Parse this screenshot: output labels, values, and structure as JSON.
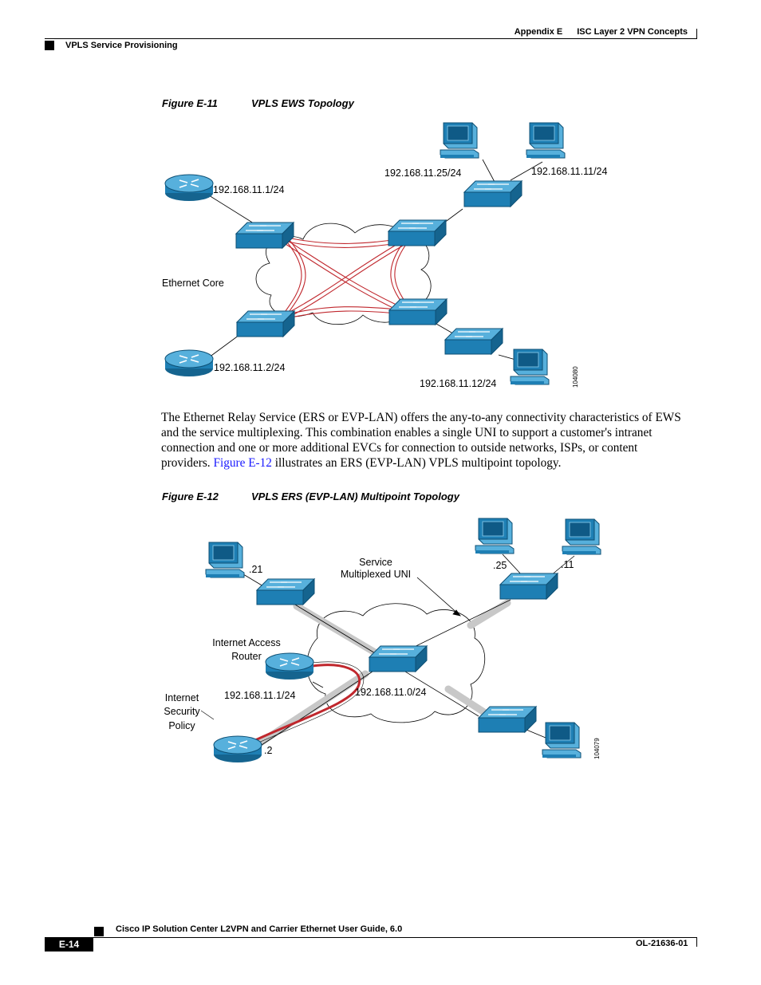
{
  "header": {
    "appendix": "Appendix E",
    "chapter": "ISC Layer 2 VPN Concepts",
    "section": "VPLS Service Provisioning"
  },
  "figure1": {
    "number": "Figure E-11",
    "title": "VPLS EWS Topology",
    "labels": {
      "router_top": "192.168.11.1/24",
      "router_bottom": "192.168.11.2/24",
      "core": "Ethernet Core",
      "pc_25": "192.168.11.25/24",
      "pc_11": "192.168.11.11/24",
      "pc_12": "192.168.11.12/24",
      "art_id": "104080"
    }
  },
  "paragraph": {
    "text_before": "The Ethernet Relay Service (ERS or EVP-LAN) offers the any-to-any connectivity characteristics of EWS and the service multiplexing. This combination enables a single UNI to support a customer's intranet connection and one or more additional EVCs for connection to outside networks, ISPs, or content providers. ",
    "link": "Figure E-12",
    "text_after": " illustrates an ERS (EVP-LAN) VPLS multipoint topology."
  },
  "figure2": {
    "number": "Figure E-12",
    "title": "VPLS ERS (EVP-LAN) Multipoint Topology",
    "labels": {
      "pc_21": ".21",
      "service_line1": "Service",
      "service_line2": "Multiplexed UNI",
      "pc_25": ".25",
      "pc_11": ".11",
      "access_line1": "Internet Access",
      "access_line2": "Router",
      "access_ip": "192.168.11.1/24",
      "center_ip": "192.168.11.0/24",
      "policy_line1": "Internet",
      "policy_line2": "Security",
      "policy_line3": "Policy",
      "router_2": ".2",
      "art_id": "104079"
    }
  },
  "footer": {
    "guide_title": "Cisco IP Solution Center L2VPN and Carrier Ethernet User Guide, 6.0",
    "page": "E-14",
    "doc_id": "OL-21636-01"
  },
  "colors": {
    "device_blue": "#1e7fb4",
    "device_top": "#57b0dc",
    "pseudowire_red": "#c0272d"
  }
}
